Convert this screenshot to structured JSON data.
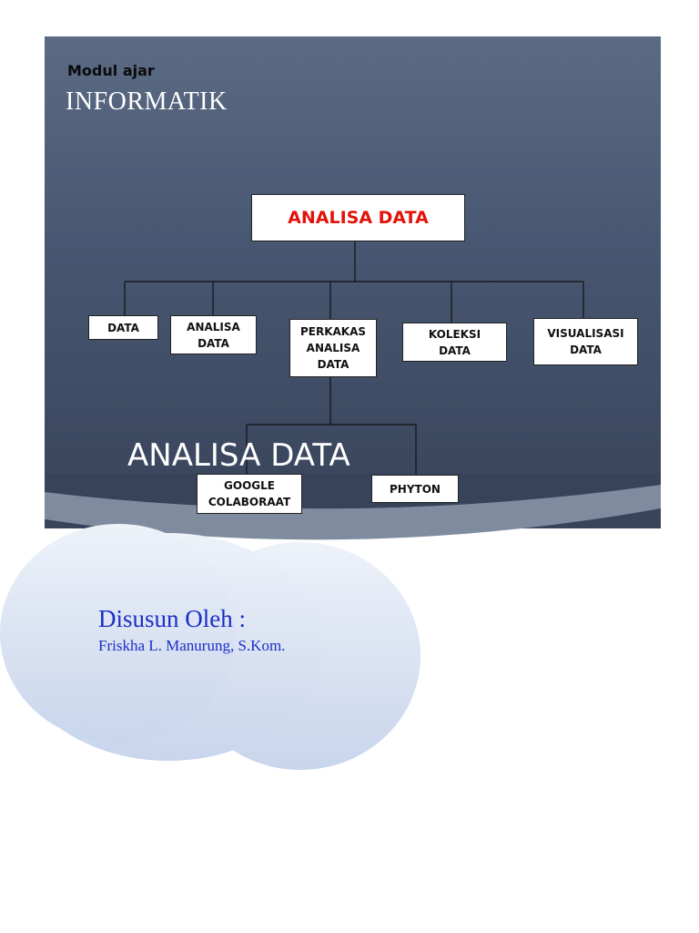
{
  "header": {
    "module_label": "Modul ajar",
    "subject_title": "INFORMATIK"
  },
  "diagram": {
    "root": "ANALISA DATA",
    "children": [
      {
        "label": "DATA"
      },
      {
        "label": "ANALISA\nDATA"
      },
      {
        "label": "PERKAKAS\nANALISA\nDATA"
      },
      {
        "label": "KOLEKSI\nDATA"
      },
      {
        "label": "VISUALISASI\nDATA"
      }
    ],
    "tools": [
      {
        "label": "GOOGLE\nCOLABORAAT"
      },
      {
        "label": "PHYTON"
      }
    ]
  },
  "caption": "ANALISA DATA",
  "author": {
    "heading": "Disusun Oleh :",
    "name": "Friskha L. Manurung, S.Kom."
  },
  "colors": {
    "banner_top": "#5b6b84",
    "banner_bottom": "#37435a",
    "root_text": "#e3120b",
    "author_text": "#1a2fc6",
    "cloud_fill": "#dbe4f2"
  }
}
